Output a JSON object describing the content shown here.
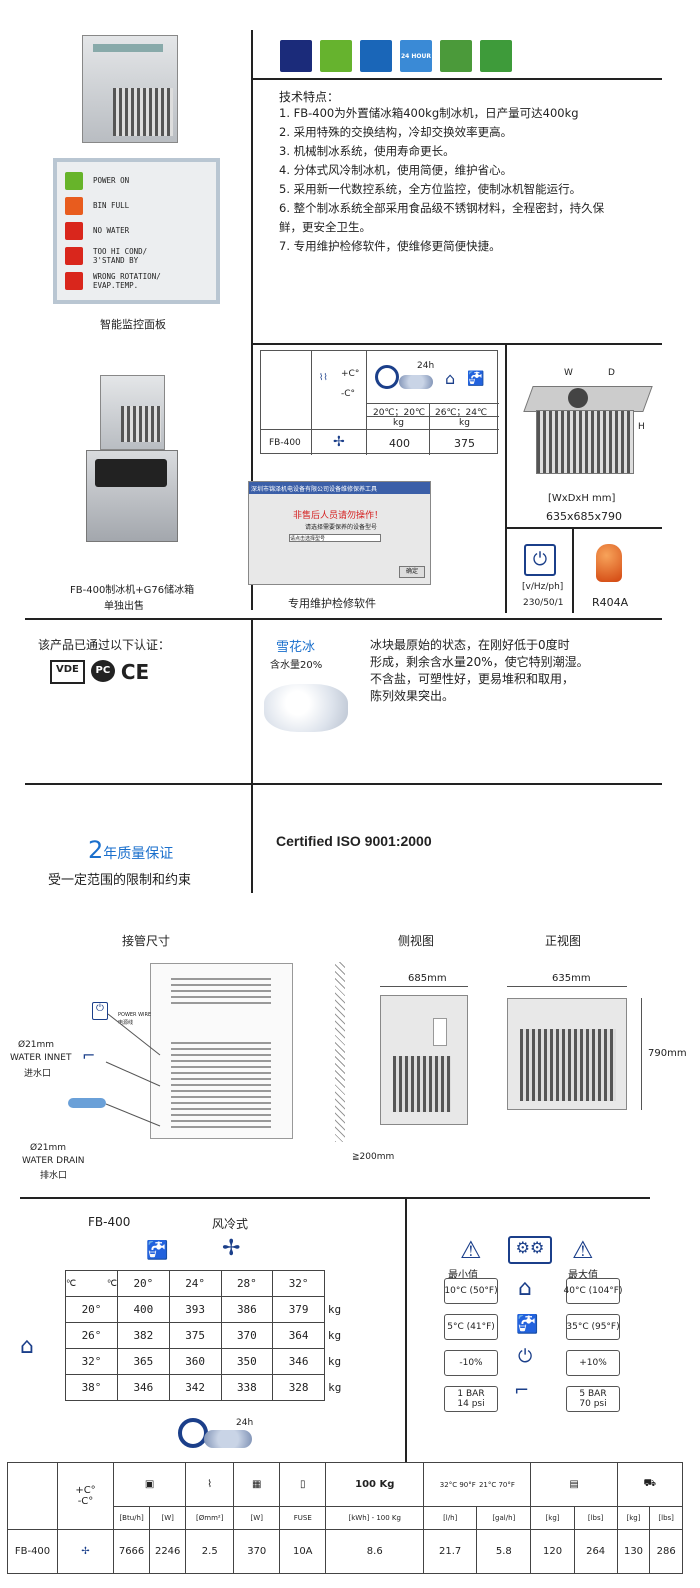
{
  "panel": {
    "items": [
      {
        "label": "POWER ON",
        "color": "#67b42a",
        "icon": "leaf-icon"
      },
      {
        "label": "BIN FULL",
        "color": "#e85c1e",
        "icon": "bin-icon"
      },
      {
        "label": "NO WATER",
        "color": "#d9261c",
        "icon": "tap-icon"
      },
      {
        "label": "TOO HI COND/\n3'STAND BY",
        "color": "#d9261c",
        "icon": "thermometer-icon"
      },
      {
        "label": "WRONG ROTATION/\nEVAP.TEMP.",
        "color": "#d9261c",
        "icon": "rotation-icon"
      }
    ],
    "caption": "智能监控面板"
  },
  "machine_caption_1": "FB-400制冰机+G76储冰箱",
  "machine_caption_2": "单独出售",
  "top_icons": [
    {
      "icon": "cocktail-icon",
      "color": "#1b2b7a"
    },
    {
      "icon": "fish-icon",
      "color": "#66b32e"
    },
    {
      "icon": "bucket-icon",
      "color": "#1a66b8"
    },
    {
      "icon": "timer-icon",
      "color": "#3a8ad6",
      "label": "24 HOUR"
    },
    {
      "icon": "cart-icon",
      "color": "#4b9a3a"
    },
    {
      "icon": "medical-cross-icon",
      "color": "#3e9b3a"
    }
  ],
  "features_title": "技术特点：",
  "features": [
    "1. FB-400为外置储冰箱400kg制冰机，日产量可达400kg",
    "2. 采用特殊的交换结构，冷却交换效率更高。",
    "3. 机械制冰系统，使用寿命更长。",
    "4. 分体式风冷制冰机，使用简便，维护省心。",
    "5. 采用新一代数控系统，全方位监控，使制冰机智能运行。",
    "6. 整个制冰系统全部采用食品级不锈钢材料，全程密封，持久保",
    "鲜，更安全卫生。",
    "7. 专用维护检修软件，使维修更简便快捷。"
  ],
  "prod_table": {
    "cond1": "20℃；20℃",
    "cond2": "26℃；24℃",
    "unit": "kg",
    "model": "FB-400",
    "v1": "400",
    "v2": "375",
    "label_24h": "24h",
    "plus": "+C°",
    "minus": "-C°"
  },
  "software": {
    "window_title": "深圳市锦泽机电设备有限公司设备维修保养工具",
    "warning": "非售后人员请勿操作！",
    "prompt": "请选择需要保养的设备型号",
    "select_value": "请点击选择型号",
    "button": "确定",
    "caption": "专用维护检修软件"
  },
  "dims": {
    "w": "W",
    "d": "D",
    "h": "H",
    "label": "[WxDxH mm]",
    "value": "635x685x790"
  },
  "power": {
    "label": "[v/Hz/ph]",
    "value": "230/50/1"
  },
  "refrigerant": {
    "value": "R404A"
  },
  "cert": {
    "title": "该产品已通过以下认证："
  },
  "ice": {
    "name": "雪花冰",
    "water": "含水量20%",
    "desc": [
      "冰块最原始的状态，在刚好低于0度时",
      "形成，剩余含水量20%，使它特别潮湿。",
      "不含盐，可塑性好，更易堆积和取用，",
      "陈列效果突出。"
    ]
  },
  "warranty": {
    "num": "2",
    "title": "年质量保证",
    "sub": "受一定范围的限制和约束"
  },
  "iso": "Certified ISO 9001:2000",
  "drawing": {
    "pipe_title": "接管尺寸",
    "side_title": "侧视图",
    "front_title": "正视图",
    "power_wire": "POWER WIRE",
    "power_wire_cn": "电源线",
    "inlet_size": "Ø21mm",
    "inlet": "WATER INNET",
    "inlet_cn": "进水口",
    "drain_size": "Ø21mm",
    "drain": "WATER DRAIN",
    "drain_cn": "排水口",
    "side_w": "685mm",
    "gap": "≧200mm",
    "front_w": "635mm",
    "front_h": "790mm"
  },
  "perf": {
    "model": "FB-400",
    "cooling": "风冷式",
    "corner_a": "℃",
    "corner_b": "℃",
    "cols": [
      "20°",
      "24°",
      "28°",
      "32°"
    ],
    "rows": [
      {
        "t": "20°",
        "v": [
          "400",
          "393",
          "386",
          "379"
        ]
      },
      {
        "t": "26°",
        "v": [
          "382",
          "375",
          "370",
          "364"
        ]
      },
      {
        "t": "32°",
        "v": [
          "365",
          "360",
          "350",
          "346"
        ]
      },
      {
        "t": "38°",
        "v": [
          "346",
          "342",
          "338",
          "328"
        ]
      }
    ],
    "unit": "kg",
    "label_24h": "24h"
  },
  "limits": {
    "min_label": "最小值",
    "max_label": "最大值",
    "rows": [
      {
        "min": "10°C (50°F)",
        "max": "40°C (104°F)"
      },
      {
        "min": "5°C (41°F)",
        "max": "35°C (95°F)"
      },
      {
        "min": "-10%",
        "max": "+10%"
      },
      {
        "min": "1 BAR\n14 psi",
        "max": "5 BAR\n70 psi"
      }
    ]
  },
  "spec": {
    "header_100": "100 Kg",
    "plus": "+C°",
    "minus": "-C°",
    "units": [
      "[Btu/h]",
      "[W]",
      "[Ømm²]",
      "[W]",
      "FUSE",
      "[kWh] - 100 Kg",
      "[l/h]",
      "[gal/h]",
      "[kg]",
      "[lbs]",
      "[kg]",
      "[lbs]"
    ],
    "temps_a": "32°C\n90°F",
    "temps_b": "21°C\n70°F",
    "row": {
      "model": "FB-400",
      "btu": "7666",
      "w": "2246",
      "wire": "2.5",
      "watt": "370",
      "fuse": "10A",
      "kwh": "8.6",
      "lh": "21.7",
      "galh": "5.8",
      "kg": "120",
      "lbs": "264",
      "kg2": "130",
      "lbs2": "286"
    }
  }
}
